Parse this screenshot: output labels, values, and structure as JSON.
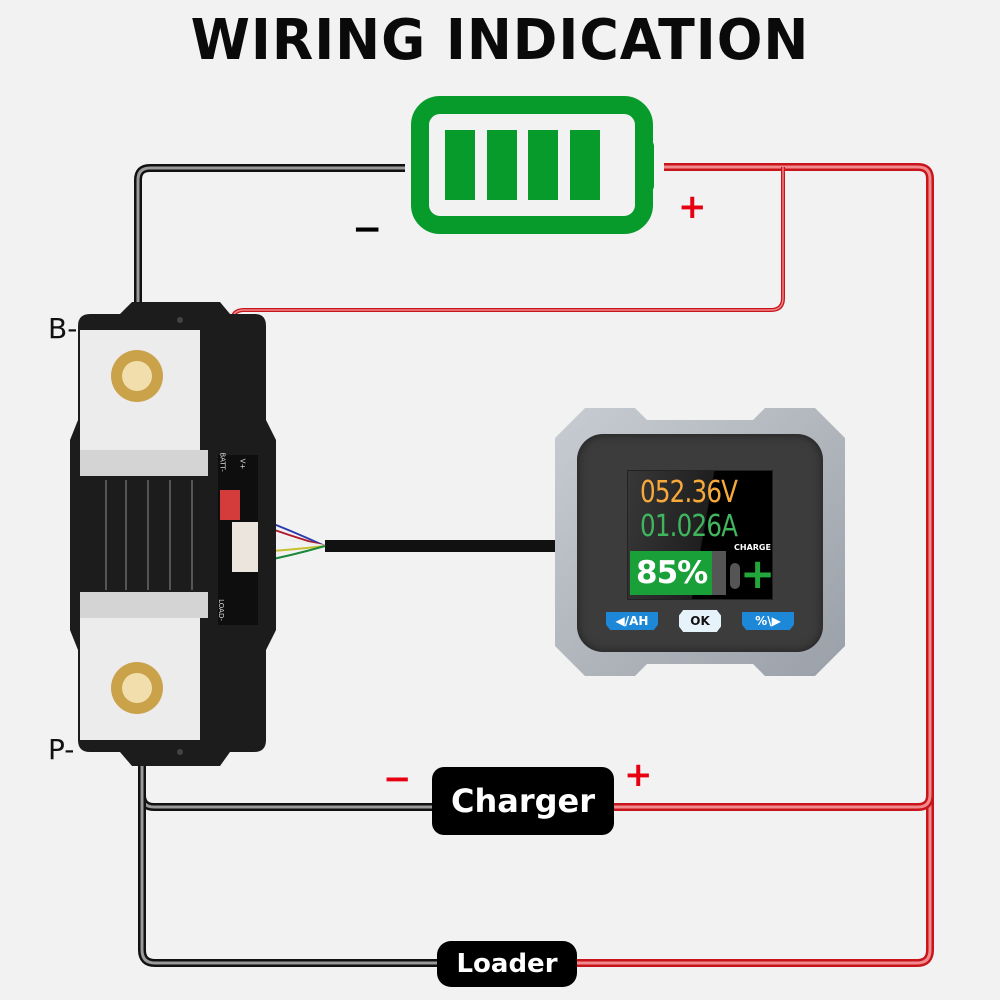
{
  "title": "WIRING INDICATION",
  "battery": {
    "icon": "battery-full-icon",
    "bars": 4,
    "color": "#079b2b",
    "negative_sign": "−",
    "positive_sign": "+"
  },
  "shunt": {
    "terminal_top_label": "B-",
    "terminal_bottom_label": "P-",
    "board_labels": [
      "BATT-",
      "V+",
      "LOAD-"
    ]
  },
  "monitor": {
    "voltage": "052.36V",
    "current": "01.026A",
    "state_of_charge": "85%",
    "state_of_charge_fraction": 0.85,
    "status_label": "CHARGE",
    "status_icon": "+",
    "buttons": {
      "left": "◀/AH",
      "ok": "OK",
      "right": "%\\▶"
    },
    "colors": {
      "voltage": "#f7a93a",
      "current": "#3fb55e",
      "soc_fill": "#1aa038",
      "button": "#1e88d8"
    }
  },
  "charger": {
    "label": "Charger",
    "negative_sign": "−",
    "positive_sign": "+"
  },
  "loader": {
    "label": "Loader"
  },
  "wire_colors": {
    "negative": "#1a1a1a",
    "positive": "#d8262b"
  }
}
